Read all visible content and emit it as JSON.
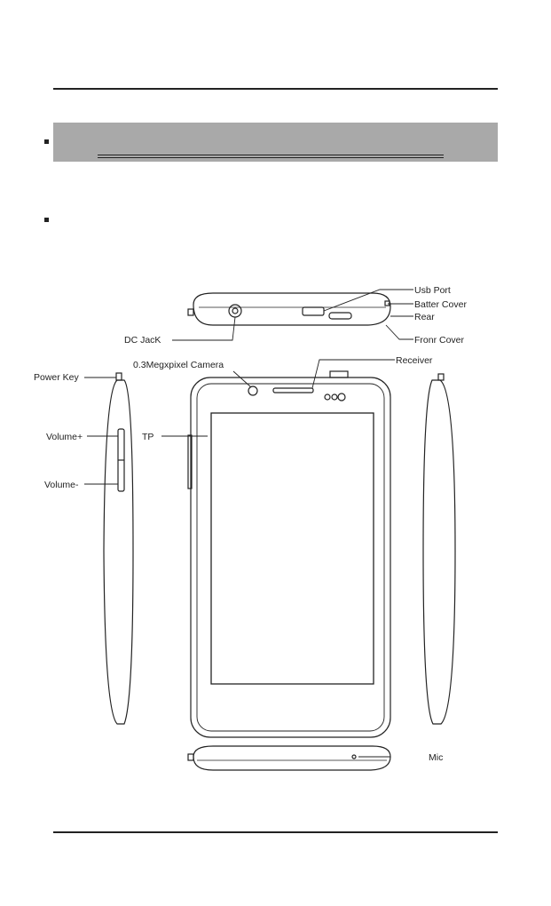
{
  "diagram": {
    "labels": {
      "usb_port": "Usb Port",
      "batter_cover": "Batter Cover",
      "rear": "Rear",
      "dc_jack": "DC JacK",
      "fronr_cover": "Fronr Cover",
      "receiver": "Receiver",
      "camera": "0.3Megxpixel Camera",
      "power_key": "Power Key",
      "volume_up": "Volume+",
      "volume_down": "Volume-",
      "tp": "TP",
      "mic": "Mic"
    }
  }
}
